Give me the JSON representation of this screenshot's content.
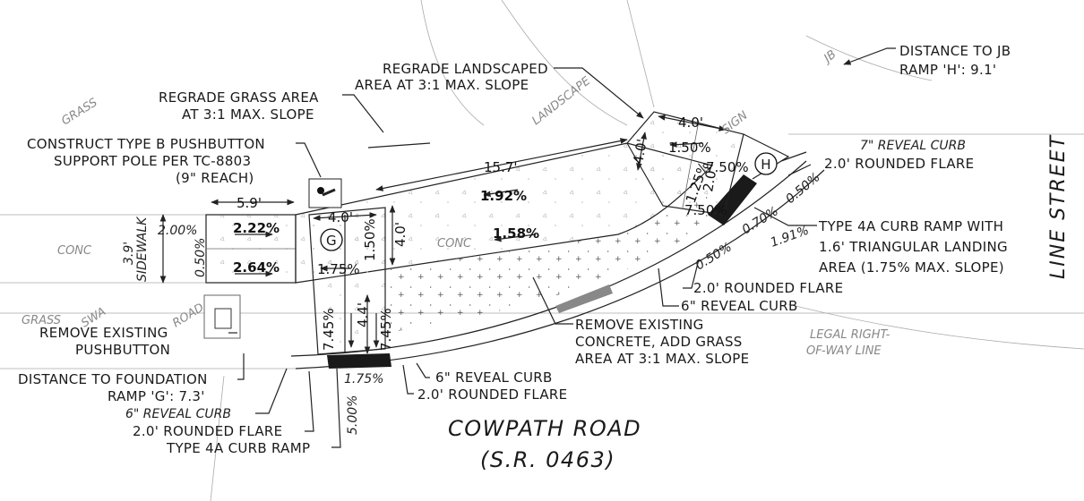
{
  "notes": {
    "regrade_landscaped_1": "REGRADE LANDSCAPED",
    "regrade_landscaped_2": "AREA AT 3:1 MAX. SLOPE",
    "distance_jb_1": "DISTANCE TO JB",
    "distance_jb_2": "RAMP 'H': 9.1'",
    "regrade_grass_1": "REGRADE GRASS AREA",
    "regrade_grass_2": "AT 3:1 MAX. SLOPE",
    "pushbutton_pole_1": "CONSTRUCT TYPE B PUSHBUTTON",
    "pushbutton_pole_2": "SUPPORT POLE PER TC-8803",
    "pushbutton_pole_3": "(9\" REACH)",
    "reveal_curb_7": "7\" REVEAL CURB",
    "rounded_flare_h": "2.0' ROUNDED FLARE",
    "type4a_h_1": "TYPE 4A CURB RAMP WITH",
    "type4a_h_2": "1.6' TRIANGULAR LANDING",
    "type4a_h_3": "AREA (1.75% MAX. SLOPE)",
    "rounded_flare_mid": "2.0' ROUNDED FLARE",
    "reveal_curb_mid": "6\" REVEAL CURB",
    "remove_concrete_1": "REMOVE EXISTING",
    "remove_concrete_2": "CONCRETE, ADD GRASS",
    "remove_concrete_3": "AREA AT 3:1 MAX. SLOPE",
    "legal_row_1": "LEGAL RIGHT-",
    "legal_row_2": "OF-WAY LINE",
    "remove_pushbutton_1": "REMOVE EXISTING",
    "remove_pushbutton_2": "PUSHBUTTON",
    "distance_foundation_1": "DISTANCE TO FOUNDATION",
    "distance_foundation_2": "RAMP 'G': 7.3'",
    "reveal_curb_left": "6\" REVEAL CURB",
    "rounded_flare_left": "2.0' ROUNDED FLARE",
    "type4a_g": "TYPE 4A CURB RAMP",
    "reveal_curb_bottom": "6\" REVEAL CURB",
    "rounded_flare_bottom": "2.0' ROUNDED FLARE"
  },
  "streets": {
    "cowpath_1": "COWPATH ROAD",
    "cowpath_2": "(S.R. 0463)",
    "line_street": "LINE STREET"
  },
  "surfaces": {
    "grass_1": "GRASS",
    "grass_2": "GRASS",
    "conc_left": "CONC",
    "conc_mid": "CONC",
    "sidewalk": "SIDEWALK",
    "sidewalk_width": "3.9'",
    "landscape": "LANDSCAPE",
    "sign": "SIGN",
    "jb": "JB",
    "swa": "SWA",
    "road": "ROAD"
  },
  "ramps": {
    "g": "G",
    "h": "H"
  },
  "dimensions": {
    "d_15_7": "15.7'",
    "d_5_9": "5.9'",
    "d_4_0_top": "4.0'",
    "d_4_0_g": "4.0'",
    "d_4_0_vert": "4.0'",
    "d_4_0_h_side": "4.0'",
    "d_4_4": "4.4'",
    "d_2_0": "2.0'"
  },
  "slopes": {
    "s_1_92": "1.92%",
    "s_2_22": "2.22%",
    "s_2_64": "2.64%",
    "s_2_00": "2.00%",
    "s_0_50_a": "0.50%",
    "s_1_50_g": "1.50%",
    "s_1_75_g": "1.75%",
    "s_1_58": "1.58%",
    "s_7_45_a": "7.45%",
    "s_7_45_b": "7.45%",
    "s_1_75_b": "1.75%",
    "s_5_00": "5.00%",
    "s_1_50_h": "1.50%",
    "s_7_50_a": "7.50%",
    "s_7_50_b": "7.50%",
    "s_1_25": "1.25%",
    "s_0_50_b": "0.50%",
    "s_0_70": "0.70%",
    "s_1_91": "1.91%",
    "s_0_50_c": "0.50%"
  }
}
